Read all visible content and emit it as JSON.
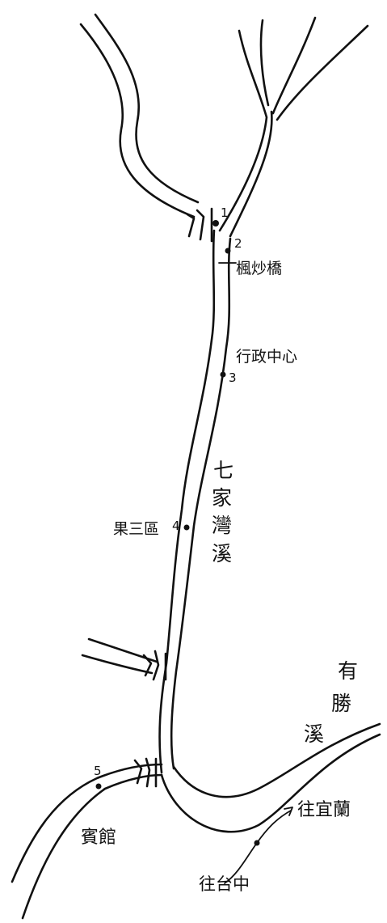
{
  "map": {
    "points": [
      {
        "id": "1",
        "label": "1"
      },
      {
        "id": "2",
        "label": "2"
      },
      {
        "id": "3",
        "label": "3"
      },
      {
        "id": "4",
        "label": "4"
      },
      {
        "id": "5",
        "label": "5"
      }
    ],
    "places": {
      "maple_bridge": "楓炒橋",
      "admin_center": "行政中心",
      "orchard_area": "果三區",
      "guesthouse": "賓館",
      "to_yilan": "往宜蘭",
      "to_taichung": "往台中"
    },
    "creeks": {
      "qijiawan": [
        "七",
        "家",
        "灣",
        "溪"
      ],
      "yousheng": [
        "有",
        "勝",
        "溪"
      ]
    },
    "colors": {
      "ink": "#111111",
      "paper": "#ffffff"
    }
  }
}
